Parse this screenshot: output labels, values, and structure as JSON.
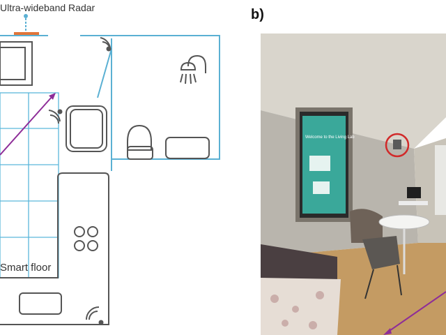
{
  "labels": {
    "radar": "Ultra-wideband Radar",
    "panel_b": "b)",
    "smart_floor": "Smart floor"
  },
  "photo": {
    "screen_title": "Welcome to the Living Lab"
  },
  "colors": {
    "wall": "#5ab0d3",
    "grid": "#5ab6da",
    "furniture": "#555555",
    "radar_mount": "#e0753a",
    "arrow": "#8e2d98",
    "marker_circle": "#d12a2a"
  },
  "icons": [
    "shower-icon",
    "wifi-sensor-icon",
    "stove-burner-icon",
    "toilet-icon",
    "bathtub-icon"
  ]
}
